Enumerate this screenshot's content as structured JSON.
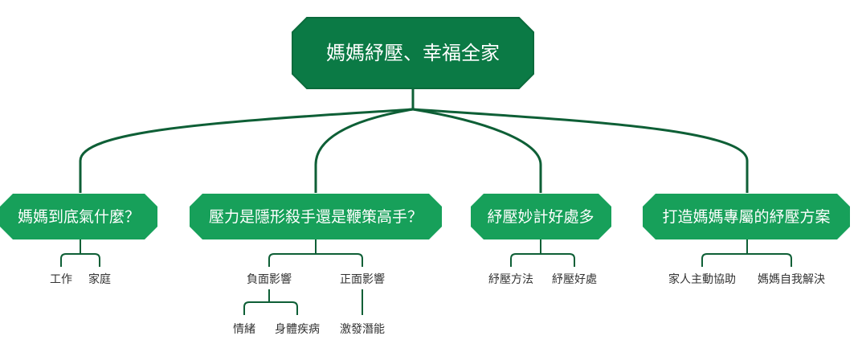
{
  "colors": {
    "root_fill": "#0b7a45",
    "root_border": "#0b6b3c",
    "branch_fill": "#17a05a",
    "line": "#0e5f36",
    "text_dark": "#333333"
  },
  "root": {
    "label": "媽媽紓壓、幸福全家"
  },
  "branches": [
    {
      "label": "媽媽到底氣什麼？",
      "children": [
        {
          "label": "工作"
        },
        {
          "label": "家庭"
        }
      ]
    },
    {
      "label": "壓力是隱形殺手還是鞭策高手？",
      "children": [
        {
          "label": "負面影響",
          "children": [
            {
              "label": "情緒"
            },
            {
              "label": "身體疾病"
            }
          ]
        },
        {
          "label": "正面影響",
          "children": [
            {
              "label": "激發潛能"
            }
          ]
        }
      ]
    },
    {
      "label": "紓壓妙計好處多",
      "children": [
        {
          "label": "紓壓方法"
        },
        {
          "label": "紓壓好處"
        }
      ]
    },
    {
      "label": "打造媽媽專屬的紓壓方案",
      "children": [
        {
          "label": "家人主動協助"
        },
        {
          "label": "媽媽自我解決"
        }
      ]
    }
  ]
}
